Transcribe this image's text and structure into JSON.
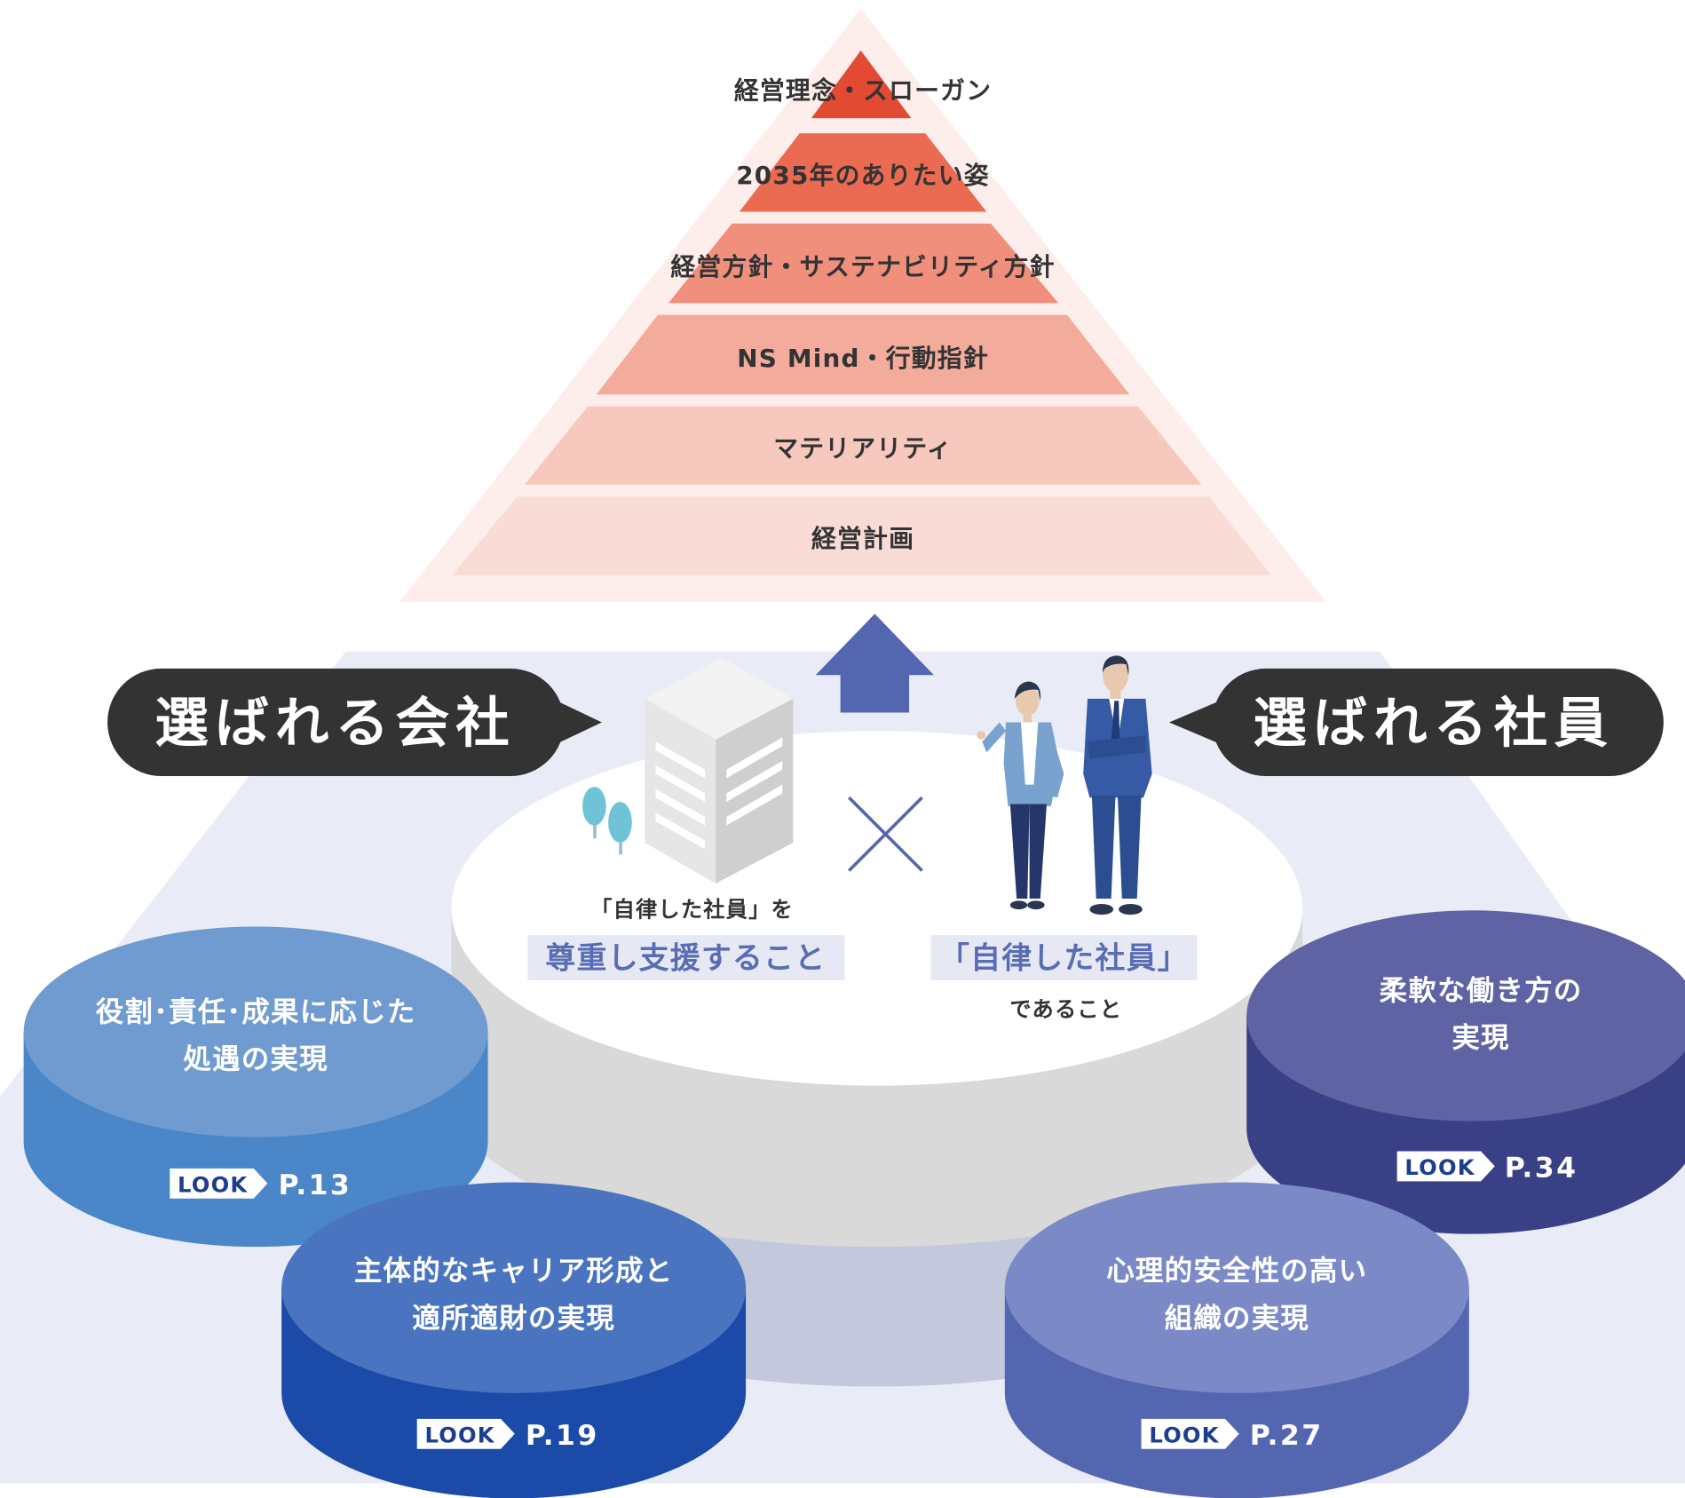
{
  "pyramid": {
    "layers": [
      {
        "label": "経営理念・スローガン",
        "color": "#e24a33"
      },
      {
        "label": "2035年のありたい姿",
        "color": "#ea6a52"
      },
      {
        "label": "経営方針・サステナビリティ方針",
        "color": "#ef8f7c"
      },
      {
        "label": "NS Mind・行動指針",
        "color": "#f3ab9c"
      },
      {
        "label": "マテリアリティ",
        "color": "#f7c8be"
      },
      {
        "label": "経営計画",
        "color": "#f9dcd6"
      }
    ]
  },
  "callouts": {
    "company": "選ばれる会社",
    "employee": "選ばれる社員"
  },
  "center": {
    "left_line1": "「自律した社員」を",
    "left_highlight": "尊重し支援すること",
    "right_highlight": "「自律した社員」",
    "right_line2": "であること"
  },
  "discs": [
    {
      "line1": "役割･責任･成果に応じた",
      "line2": "処遇の実現",
      "look": "LOOK",
      "page": "P.13"
    },
    {
      "line1": "主体的なキャリア形成と",
      "line2": "適所適財の実現",
      "look": "LOOK",
      "page": "P.19"
    },
    {
      "line1": "心理的安全性の高い",
      "line2": "組織の実現",
      "look": "LOOK",
      "page": "P.27"
    },
    {
      "line1": "柔軟な働き方の",
      "line2": "実現",
      "look": "LOOK",
      "page": "P.34"
    }
  ],
  "colors": {
    "pyramid_bg": "#fdeeec",
    "floor": "#e9ecf6",
    "callout_bg": "#333333",
    "accent_text": "#5a6cb3",
    "arrow": "#5566b0",
    "disc_top_1": "#6f9bd0",
    "disc_side_1": "#4a86c8",
    "disc_top_2": "#4a74bf",
    "disc_side_2": "#1b4aa8",
    "disc_top_3": "#7b8ac6",
    "disc_side_3": "#5566b0",
    "disc_top_4": "#5f63a3",
    "disc_side_4": "#3a4086"
  }
}
